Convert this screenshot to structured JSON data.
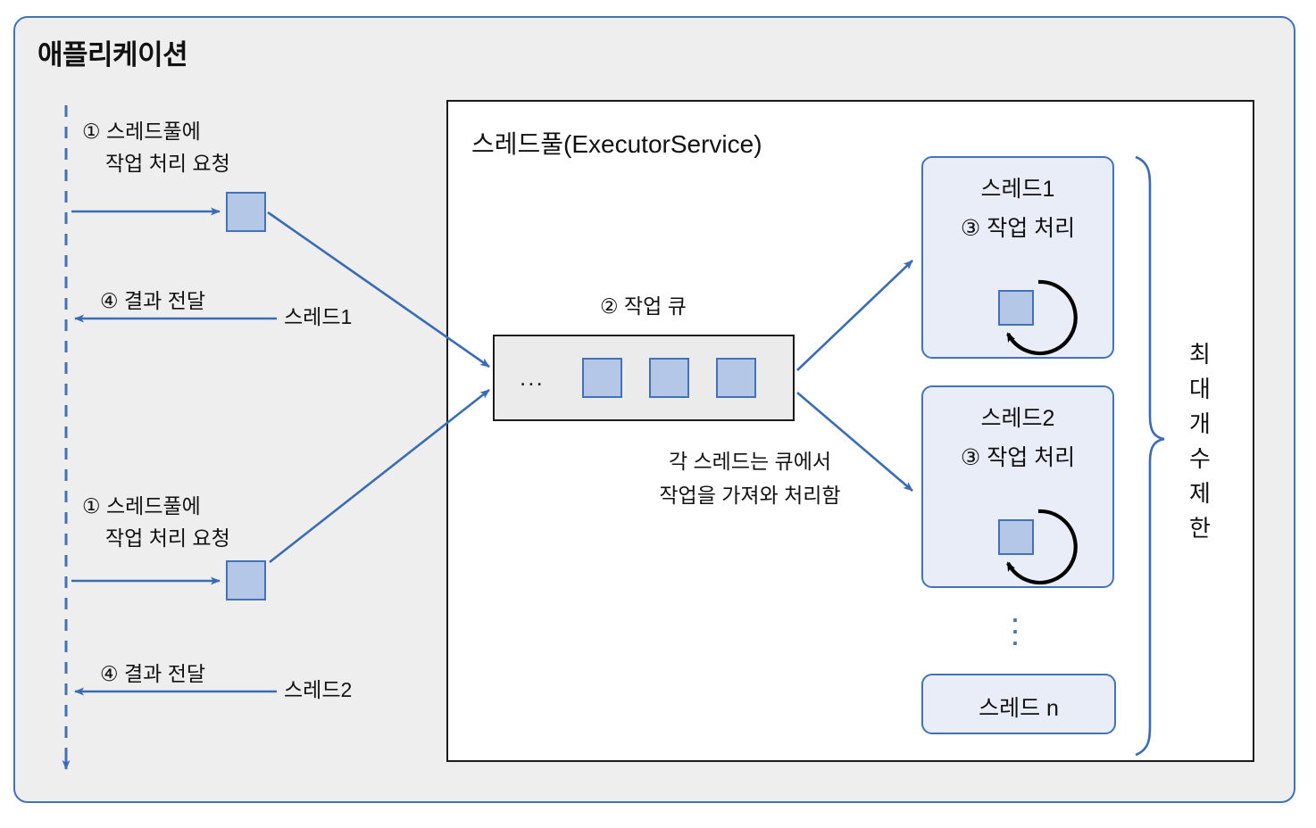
{
  "diagram": {
    "app_title": "애플리케이션",
    "pool_title": "스레드풀(ExecutorService)",
    "queue_label": "② 작업 큐",
    "queue_dots": "...",
    "queue_note_line1": "각 스레드는 큐에서",
    "queue_note_line2": "작업을 가져와 처리함",
    "capacity_chars": [
      "최",
      "대",
      "개",
      "수",
      "제",
      "한"
    ],
    "capacity_text": "최대 개수 제한",
    "vertical_ellipsis": "⋮",
    "left_flows": [
      {
        "request_line1": "① 스레드풀에",
        "request_line2": "작업 처리 요청",
        "result_label": "④ 결과 전달",
        "result_source": "스레드1"
      },
      {
        "request_line1": "① 스레드풀에",
        "request_line2": "작업 처리 요청",
        "result_label": "④ 결과 전달",
        "result_source": "스레드2"
      }
    ],
    "threads": [
      {
        "name": "스레드1",
        "step": "③ 작업 처리",
        "has_loop": true
      },
      {
        "name": "스레드2",
        "step": "③ 작업 처리",
        "has_loop": true
      },
      {
        "name": "스레드 n",
        "step": "",
        "has_loop": false
      }
    ],
    "colors": {
      "accent_blue": "#4472b8",
      "task_fill": "#b4c7e7",
      "app_bg": "#eeeeee",
      "pool_bg": "#ffffff",
      "queue_fill": "#ebebeb",
      "thread_fill": "#e8edf7",
      "outline_dark": "#1a1a1a",
      "text": "#111111"
    }
  }
}
